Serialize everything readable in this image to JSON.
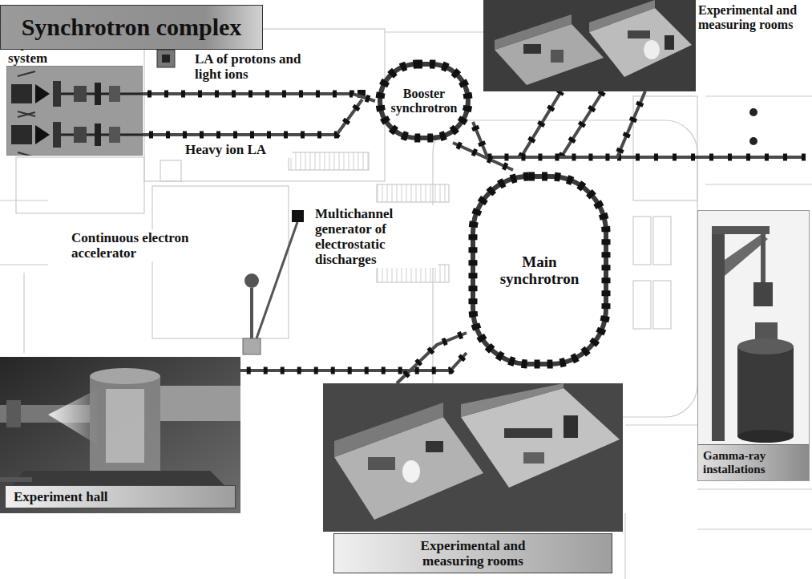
{
  "diagram": {
    "title": "Synchrotron complex",
    "nodes": [
      {
        "text": [
          "Injection system"
        ]
      },
      {
        "text": [
          "Experimental and measuring rooms"
        ]
      },
      {
        "text": [
          "Booster synchrotron"
        ]
      },
      {
        "text": [
          "Main synchrotron"
        ]
      },
      {
        "text": [
          "Gamma-ray installations"
        ]
      },
      {
        "text": [
          "Experiment hall"
        ]
      },
      {
        "text": [
          "Experimental and measuring rooms"
        ]
      }
    ],
    "edges": [
      {
        "from": 0,
        "to": 2,
        "arrow": "none"
      },
      {
        "from": 2,
        "to": 1,
        "arrow": "none"
      },
      {
        "from": 2,
        "to": 3,
        "arrow": "none"
      },
      {
        "from": 3,
        "to": 5,
        "arrow": "none"
      },
      {
        "from": 3,
        "to": 6,
        "arrow": "none"
      }
    ],
    "labels": [
      "LA of protons and light ions",
      "Heavy ion LA",
      "Continuous electron accelerator",
      "Multichannel generator of electrostatic discharges"
    ]
  }
}
